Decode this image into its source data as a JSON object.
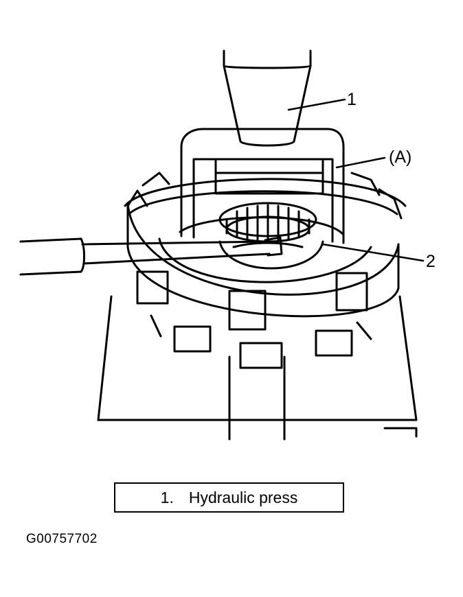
{
  "callouts": {
    "item1": "1",
    "itemA": "(A)",
    "item2": "2"
  },
  "legend": {
    "number": "1.",
    "text": "Hydraulic press"
  },
  "figure_id": "G00757702"
}
